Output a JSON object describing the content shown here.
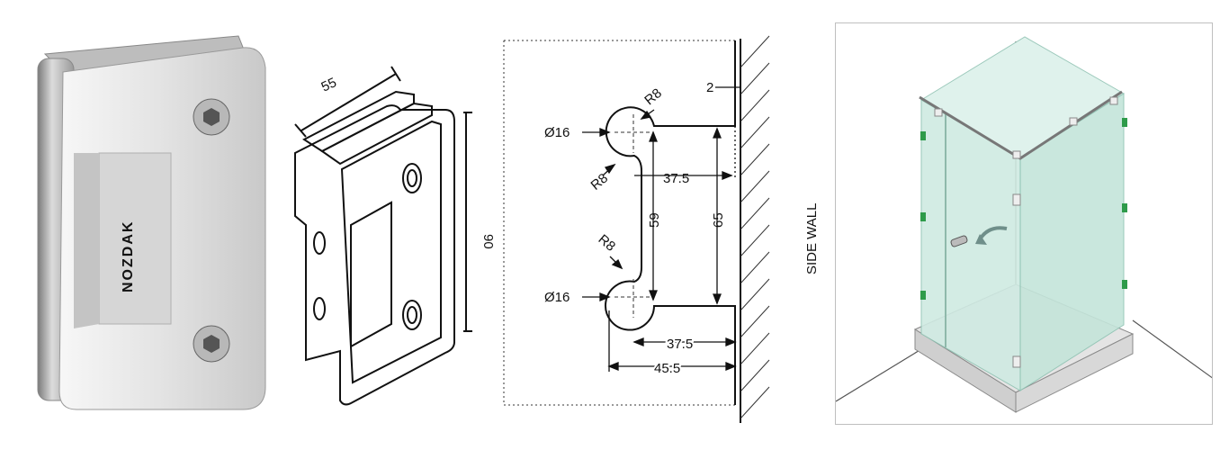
{
  "product_photo": {
    "brand_engraving": "NOZDAK"
  },
  "isometric_drawing": {
    "width_label": "55",
    "height_label": "90"
  },
  "profile_drawing": {
    "thickness_label": "2",
    "radius_top_label": "R8",
    "radius_upper_label": "R8",
    "radius_lower_label": "R8",
    "diameter_top_label": "Ø16",
    "diameter_bottom_label": "Ø16",
    "inner_height_label": "59",
    "outer_height_label": "65",
    "top_offset_label": "37.5",
    "bottom_offset_label": "37.5",
    "total_offset_label": "45.5",
    "side_wall_label": "SIDE WALL"
  },
  "colors": {
    "chrome": "#e6e6e6",
    "glass": "#cfeae2",
    "hinge_marker": "#2e9b4a",
    "panel_border": "#bfbfbf"
  }
}
